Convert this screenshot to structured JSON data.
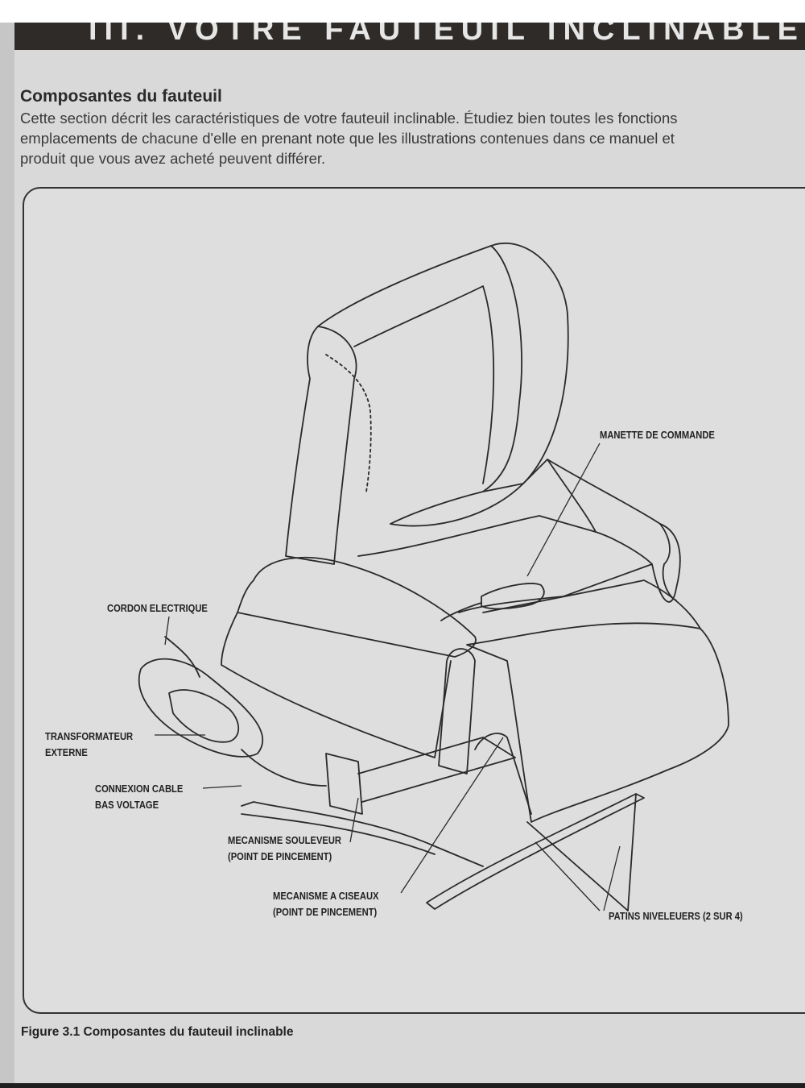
{
  "chapter": {
    "title": "III. VOTRE FAUTEUIL INCLINABLE"
  },
  "section": {
    "title": "Composantes du fauteuil",
    "intro_lines": [
      "Cette section décrit les caractéristiques de votre fauteuil inclinable. Étudiez bien toutes les fonctions",
      "emplacements de chacune d'elle en prenant note que les illustrations contenues dans ce manuel et",
      "produit que vous avez acheté peuvent différer."
    ]
  },
  "figure": {
    "labels": {
      "remote": "MANETTE DE COMMANDE",
      "power_cord": "CORDON ELECTRIQUE",
      "transformer_line1": "TRANSFORMATEUR",
      "transformer_line2": "EXTERNE",
      "cable_line1": "CONNEXION CABLE",
      "cable_line2": "BAS VOLTAGE",
      "lift_line1": "MECANISME SOULEVEUR",
      "lift_line2": "(POINT DE PINCEMENT)",
      "scissor_line1": "MECANISME A CISEAUX",
      "scissor_line2": "(POINT DE PINCEMENT)",
      "glides": "PATINS NIVELEUERS (2 SUR 4)"
    },
    "caption": "Figure 3.1 Composantes du fauteuil inclinable"
  },
  "colors": {
    "banner": "#2e2b28",
    "page": "#d9d9d9",
    "ink": "#222222"
  }
}
